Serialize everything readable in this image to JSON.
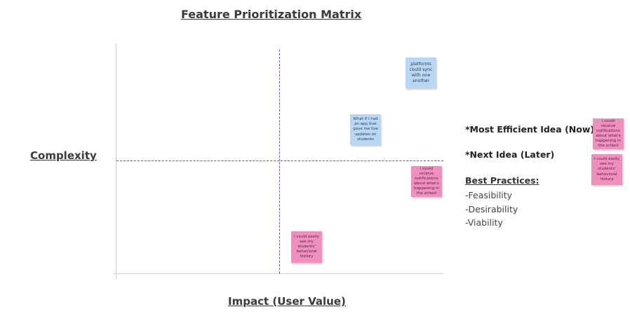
{
  "matrix": {
    "title": "Feature Prioritization Matrix",
    "y_label": "Complexity",
    "x_label": "Impact (User Value)",
    "stickies": [
      {
        "text": "platforms could sync with one another",
        "color": "#b7d7f5"
      },
      {
        "text": "What if I had an app that gave me live updates on students",
        "color": "#b7d7f5"
      },
      {
        "text": "I could receive notifications about what's happening in the school",
        "color": "#ee8fbd"
      },
      {
        "text": "I could easily see my students' behavioral history",
        "color": "#ee8fbd"
      }
    ]
  },
  "legend": {
    "now": {
      "label": "*Most Efficient Idea (Now)",
      "sticky": "I could receive notifications about what's happening in the school"
    },
    "later": {
      "label": "*Next Idea (Later)",
      "sticky": "I could easily see my students' behavioral history"
    },
    "best_practices": {
      "title": "Best Practices:",
      "items": [
        "-Feasibility",
        "-Desirability",
        "-Viability"
      ]
    }
  },
  "colors": {
    "blue_note": "#b7d7f5",
    "pink_note": "#ee8fbd",
    "divider": "#5a5ab0"
  }
}
